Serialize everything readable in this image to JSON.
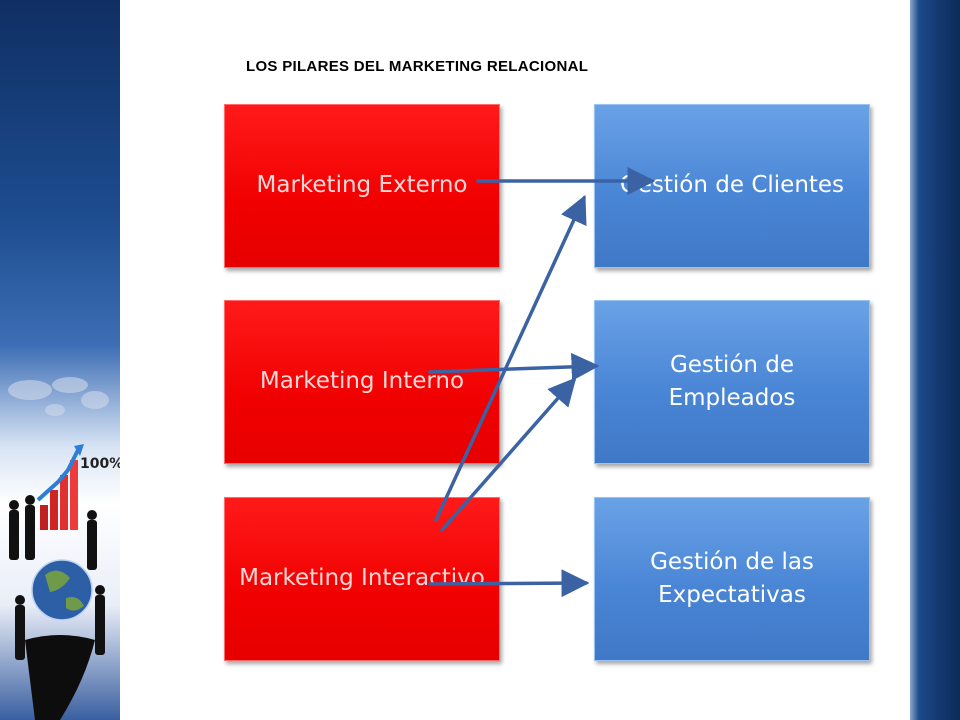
{
  "title": "LOS PILARES DEL MARKETING RELACIONAL",
  "left_boxes": [
    "Marketing Externo",
    "Marketing Interno",
    "Marketing Interactivo"
  ],
  "right_boxes": [
    "Gestión de Clientes",
    "Gestión de Empleados",
    "Gestión de las Expectativas"
  ],
  "connections": [
    {
      "from": "Marketing Externo",
      "to": "Gestión de Clientes"
    },
    {
      "from": "Marketing Interno",
      "to": "Gestión de Empleados"
    },
    {
      "from": "Marketing Interactivo",
      "to": "Gestión de Clientes"
    },
    {
      "from": "Marketing Interactivo",
      "to": "Gestión de Empleados"
    },
    {
      "from": "Marketing Interactivo",
      "to": "Gestión de las Expectativas"
    }
  ],
  "decor": {
    "badge_text": "100%"
  },
  "colors": {
    "left_box": "#f10000",
    "right_box": "#4a86d6",
    "arrow": "#3b63a3",
    "panel": "#143a73"
  }
}
